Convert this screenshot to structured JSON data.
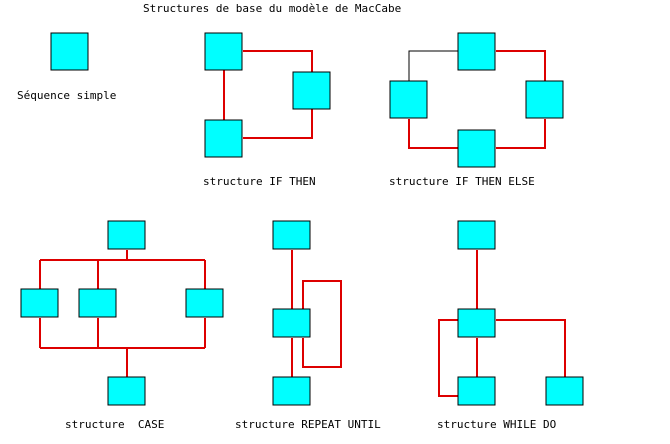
{
  "title": "Structures de base du modèle de MacCabe",
  "colors": {
    "node_fill": "#00ffff",
    "node_border": "#000000",
    "edge": "#dd0000",
    "background": "#ffffff",
    "text": "#000000"
  },
  "structures": {
    "sequence": {
      "label": "Séquence simple"
    },
    "if_then": {
      "label": "structure IF THEN"
    },
    "if_then_else": {
      "label": "structure IF THEN ELSE"
    },
    "case": {
      "label": "structure  CASE"
    },
    "repeat_until": {
      "label": "structure REPEAT UNTIL"
    },
    "while_do": {
      "label": "structure WHILE DO"
    }
  }
}
